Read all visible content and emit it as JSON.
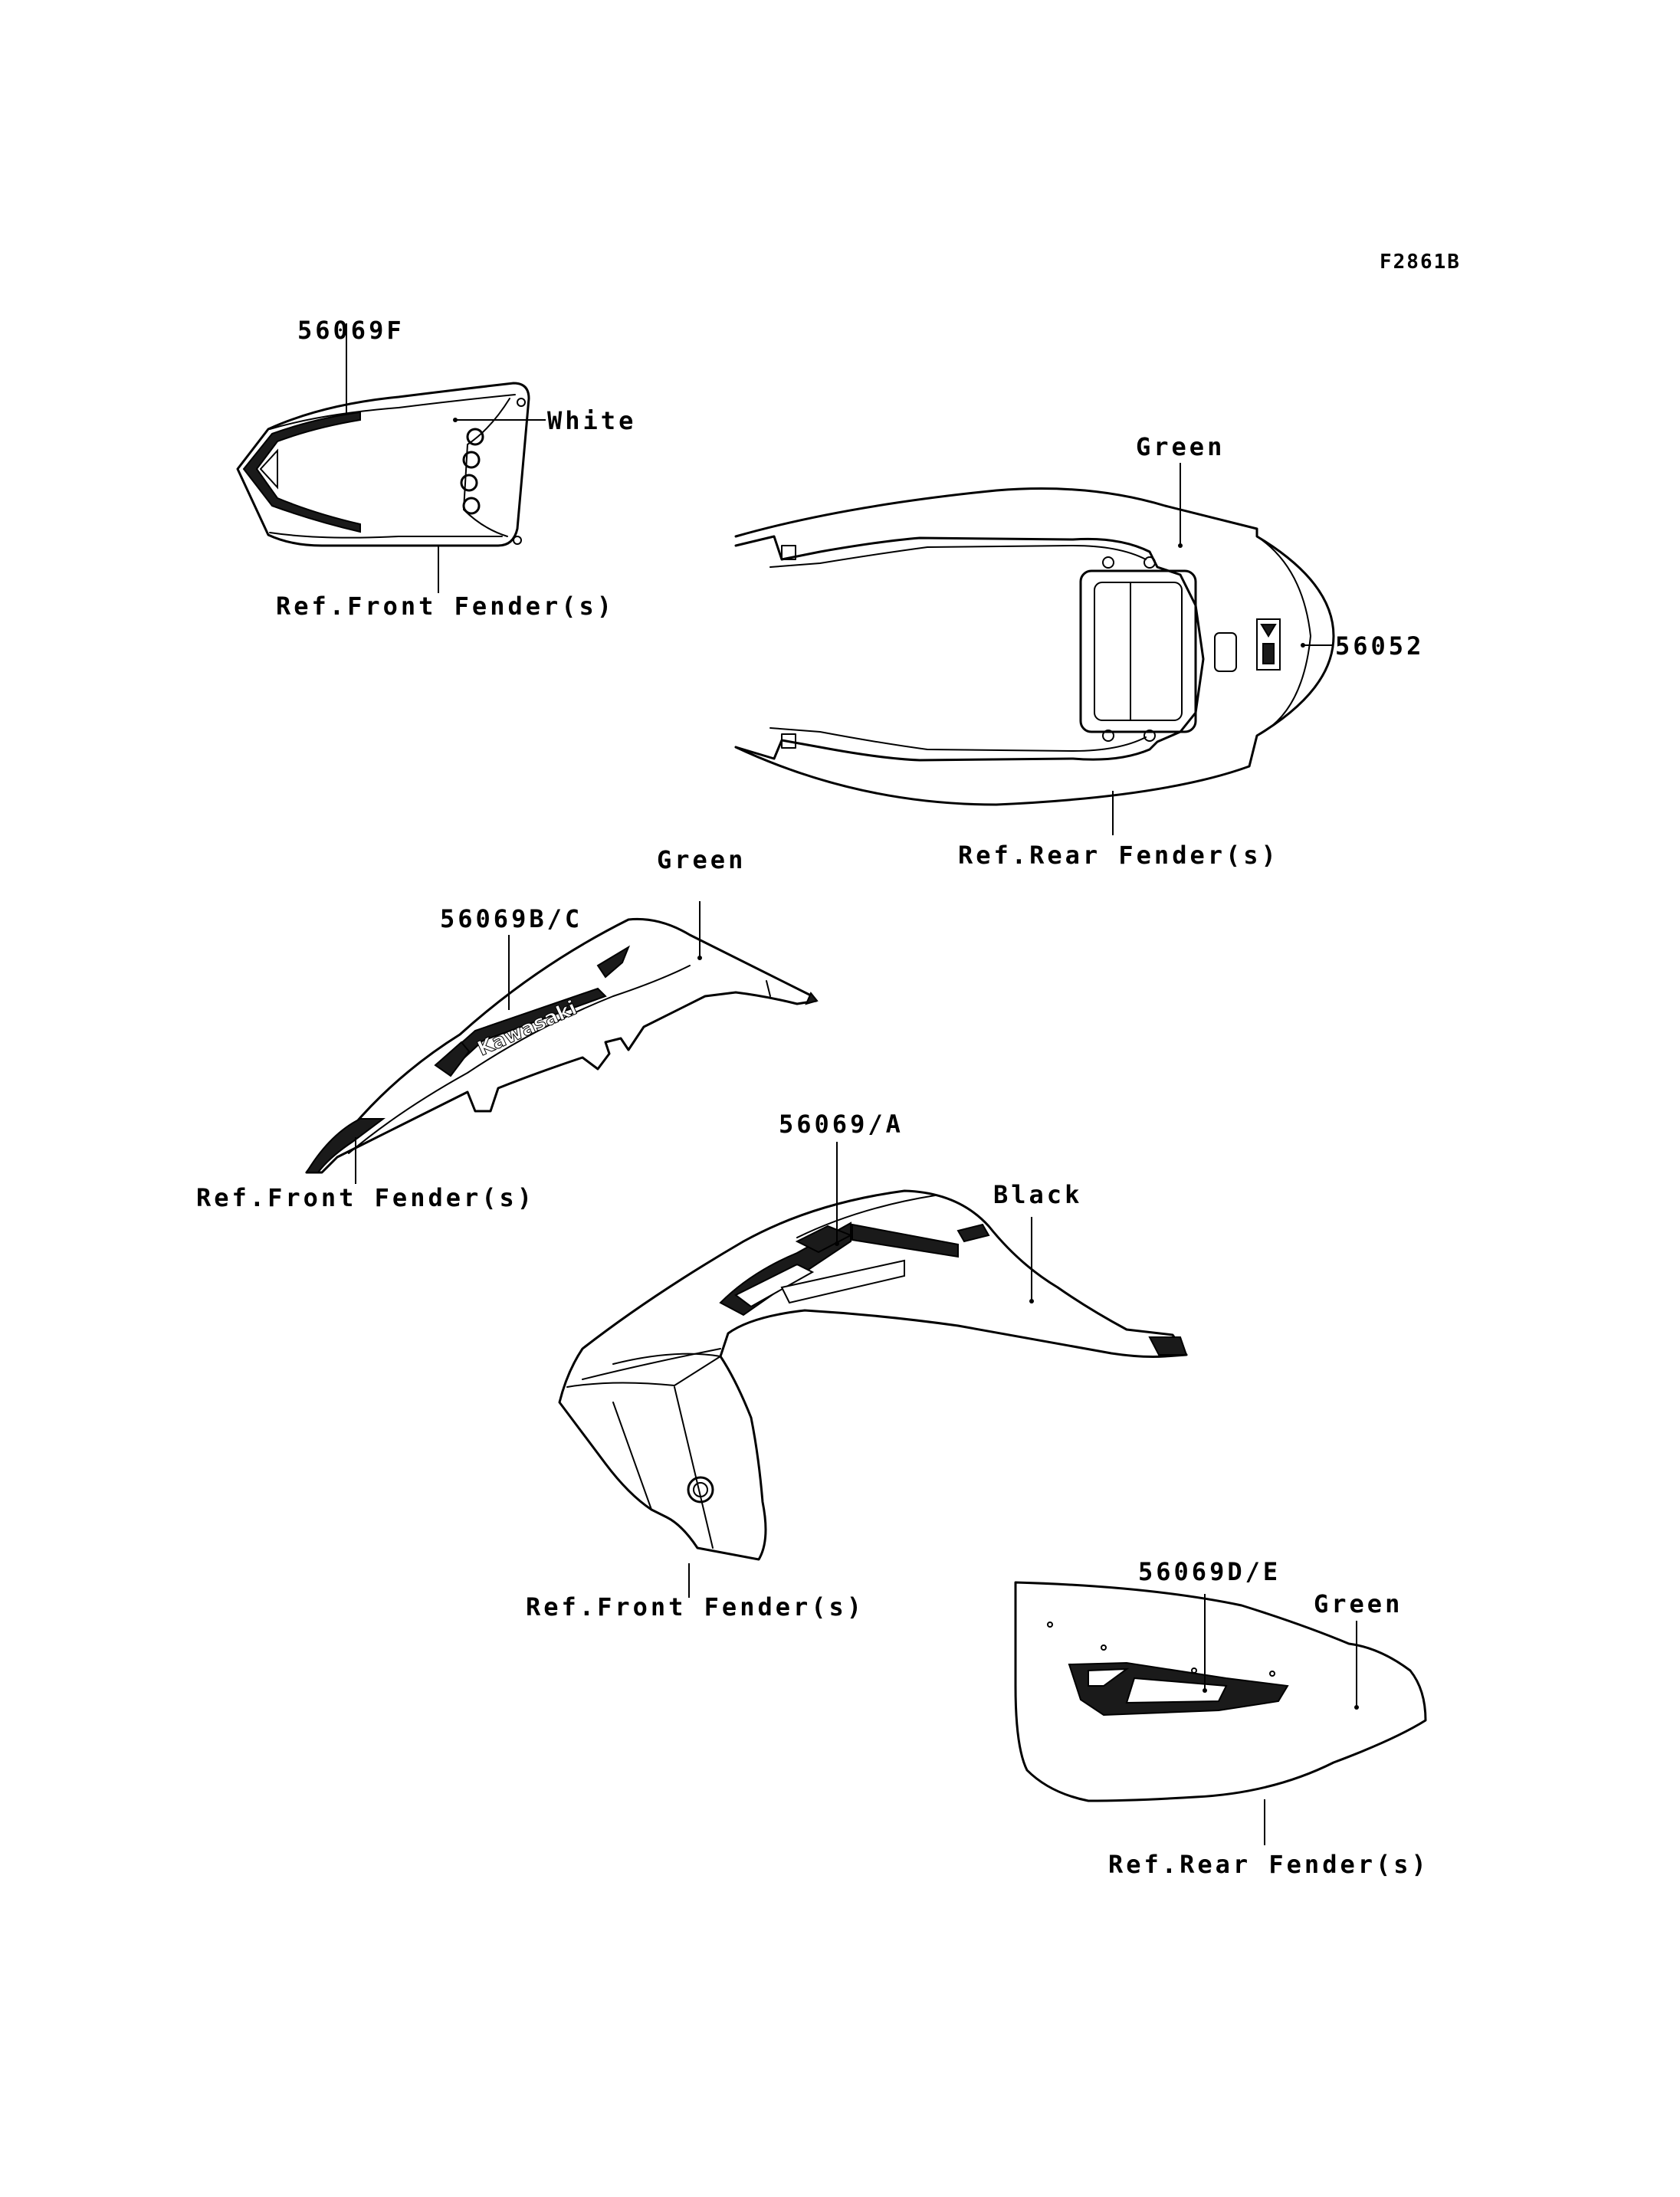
{
  "figure_id": "F2861B",
  "parts": [
    {
      "id": "part-56069f",
      "part_number": "56069F",
      "colors": [
        "White"
      ],
      "reference": "Ref.Front Fender(s)"
    },
    {
      "id": "part-56052",
      "part_number": "56052",
      "colors": [
        "Green"
      ],
      "reference": "Ref.Rear Fender(s)"
    },
    {
      "id": "part-56069bc",
      "part_number": "56069B/C",
      "colors": [
        "Green"
      ],
      "reference": "Ref.Front Fender(s)",
      "logo_text": "Kawasaki"
    },
    {
      "id": "part-56069a",
      "part_number": "56069/A",
      "colors": [
        "Black"
      ],
      "reference": "Ref.Front Fender(s)"
    },
    {
      "id": "part-56069de",
      "part_number": "56069D/E",
      "colors": [
        "Green"
      ],
      "reference": "Ref.Rear Fender(s)"
    }
  ]
}
